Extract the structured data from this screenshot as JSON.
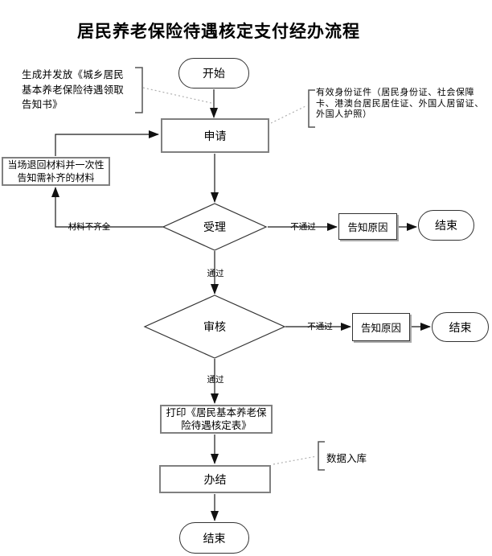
{
  "title": "居民养老保险待遇核定支付经办流程",
  "nodes": {
    "start": {
      "label": "开始"
    },
    "apply": {
      "label": "申请"
    },
    "accept": {
      "label": "受理"
    },
    "inform_reason_1": {
      "label": "告知原因"
    },
    "end_1": {
      "label": "结束"
    },
    "review": {
      "label": "审核"
    },
    "inform_reason_2": {
      "label": "告知原因"
    },
    "end_2": {
      "label": "结束"
    },
    "print_form": {
      "label": "打印《居民基本养老保\n险待遇核定表》"
    },
    "complete": {
      "label": "办结"
    },
    "end_final": {
      "label": "结束"
    },
    "return_materials": {
      "label": "当场退回材料并一次性\n告知需补齐的材料"
    }
  },
  "edge_labels": {
    "fail_1": "不通过",
    "fail_2": "不通过",
    "pass_1": "通过",
    "pass_2": "通过",
    "materials_incomplete": "材料不齐全"
  },
  "annotations": {
    "issue_notice": "生成并发放《城乡居民\n基本养老保险待遇领取\n告知书》",
    "valid_id": "有效身份证件（居民身份证、社会保障\n卡、港澳台居民居住证、外国人居留证、\n外国人护照）",
    "data_storage": "数据入库"
  },
  "colors": {
    "background": "#ffffff",
    "line": "#1a1a1a",
    "box_border": "#808080",
    "dotted_line": "#b0b0b0",
    "bracket": "#555555",
    "text": "#000000"
  }
}
